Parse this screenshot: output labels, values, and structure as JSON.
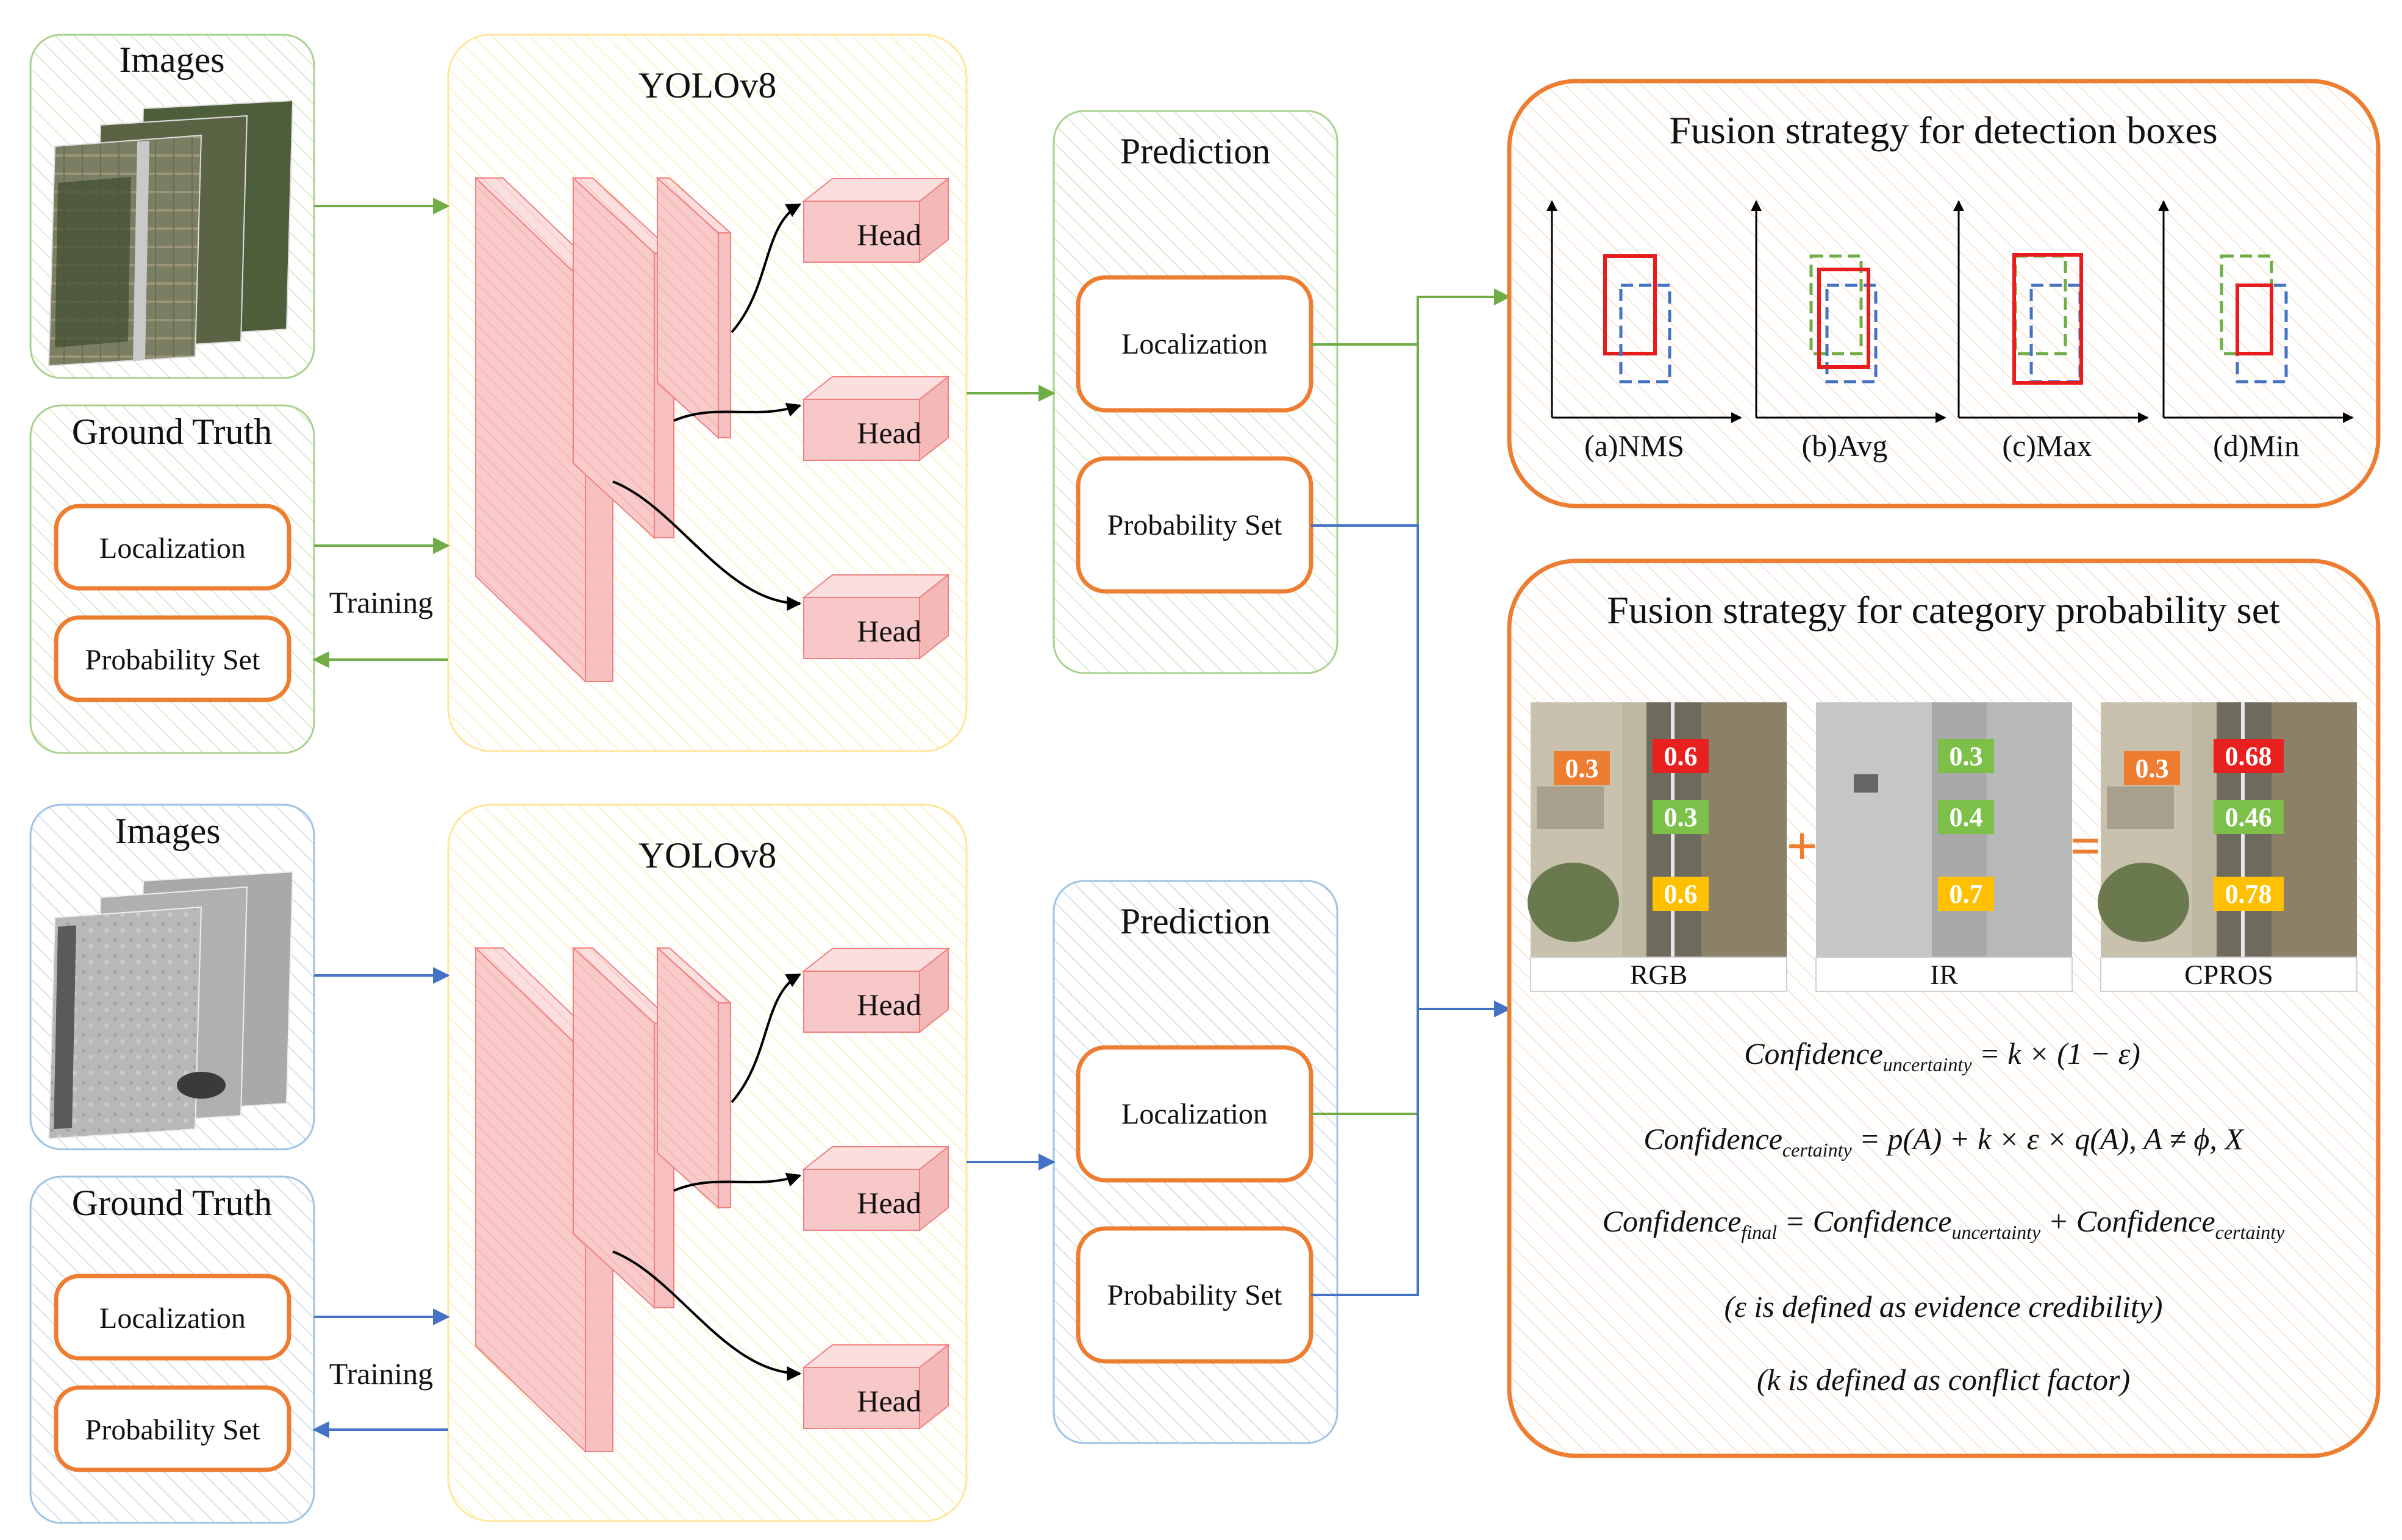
{
  "rgb_branch": {
    "images_title": "Images",
    "yolo_title": "YOLOv8",
    "gt_title": "Ground Truth",
    "gt_localization": "Localization",
    "gt_probability": "Probability Set",
    "training_label": "Training",
    "heads": [
      "Head",
      "Head",
      "Head"
    ],
    "prediction_title": "Prediction",
    "pred_localization": "Localization",
    "pred_probability": "Probability Set"
  },
  "ir_branch": {
    "images_title": "Images",
    "yolo_title": "YOLOv8",
    "gt_title": "Ground Truth",
    "gt_localization": "Localization",
    "gt_probability": "Probability Set",
    "training_label": "Training",
    "heads": [
      "Head",
      "Head",
      "Head"
    ],
    "prediction_title": "Prediction",
    "pred_localization": "Localization",
    "pred_probability": "Probability Set"
  },
  "fusion_boxes": {
    "title": "Fusion strategy for detection boxes",
    "panels": [
      "(a)NMS",
      "(b)Avg",
      "(c)Max",
      "(d)Min"
    ]
  },
  "fusion_prob": {
    "title": "Fusion strategy for category probability set",
    "images": [
      {
        "caption": "RGB",
        "labels": [
          "0.3",
          "0.6",
          "0.3",
          "0.6"
        ]
      },
      {
        "caption": "IR",
        "labels": [
          "0.3",
          "0.4",
          "0.7"
        ]
      },
      {
        "caption": "CPROS",
        "labels": [
          "0.3",
          "0.68",
          "0.46",
          "0.78"
        ]
      }
    ],
    "plus_sign": "+",
    "equals_sign": "=",
    "eq1": {
      "main": "Confidence",
      "sub": "uncertainty",
      "rhs": " = k × (1 − ε)"
    },
    "eq2": {
      "main": "Confidence",
      "sub": "certainty",
      "rhs": " = p(A) + k × ε × q(A), A ≠ ϕ, X"
    },
    "eq3": {
      "main": "Confidence",
      "sub": "final",
      "mid": " = Confidence",
      "sub2": "uncertainty",
      "mid2": " + Confidence",
      "sub3": "certainty"
    },
    "note1": "(ε is defined as evidence credibility)",
    "note2": "(k is defined as conflict factor)"
  },
  "colors": {
    "green_arrow": "#70ad47",
    "blue_arrow": "#4472c4",
    "orange": "#ed7d31",
    "head_pink": "#f4b6b6",
    "red": "#ff0000",
    "label_red": "#e82020",
    "label_green": "#7cc04a",
    "label_orange": "#ed7d31",
    "label_yellow": "#ffc000"
  }
}
